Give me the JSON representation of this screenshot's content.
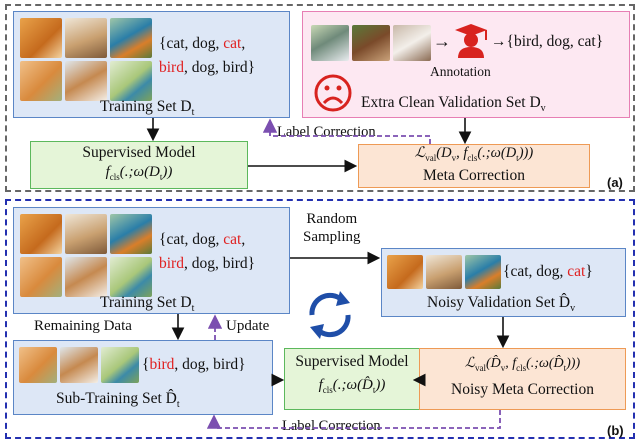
{
  "panel_a": {
    "tag": "(a)",
    "training_set_label": "Training Set D",
    "training_set_sub": "t",
    "training_labels": {
      "line1_pre": "{cat, dog, ",
      "line1_red": "cat",
      "line1_post": ",",
      "line2_red": "bird",
      "line2_post": ", dog, bird}"
    },
    "annotation_label": "Annotation",
    "annotated_labels": "→{bird, dog, cat}",
    "clean_val_label": "Extra Clean Validation Set D",
    "clean_val_sub": "v",
    "supervised_title": "Supervised Model",
    "supervised_formula": "f_cls(·;ω(D_t))",
    "meta_formula": "L_val(D_v, f_cls(·;ω(D_t)))",
    "meta_title": "Meta Correction",
    "label_correction": "Label Correction"
  },
  "panel_b": {
    "tag": "(b)",
    "training_set_label": "Training Set D",
    "training_set_sub": "t",
    "training_labels": {
      "line1_pre": "{cat, dog, ",
      "line1_red": "cat",
      "line1_post": ",",
      "line2_red": "bird",
      "line2_post": ", dog, bird}"
    },
    "random_sampling": [
      "Random",
      "Sampling"
    ],
    "noisy_val_labels": {
      "pre": "{cat, dog, ",
      "red": "cat",
      "post": "}"
    },
    "noisy_val_label": "Noisy Validation Set D̂",
    "noisy_val_sub": "v",
    "remaining_data": "Remaining Data",
    "update": "Update",
    "sub_training_labels": {
      "pre": "{",
      "red": "bird",
      "post": ", dog, bird}"
    },
    "sub_training_label": "Sub-Training Set D̂",
    "sub_training_sub": "t",
    "supervised_title": "Supervised Model",
    "supervised_formula": "f_cls(·;ω(D̂_t))",
    "meta_formula": "L_val(D̂_v, f_cls(·;ω(D̂_t)))",
    "meta_title": "Noisy Meta Correction",
    "label_correction": "Label Correction"
  },
  "colors": {
    "blue_fill": "#dde7f6",
    "pink_fill": "#fde8f2",
    "green_fill": "#e5f5d8",
    "orange_fill": "#fce5d4",
    "noisy_red": "#e02020",
    "dashed_purple": "#7b4fb0",
    "cycle_blue": "#1f4ea8"
  },
  "icons": [
    "cat-photo",
    "dog-photo",
    "bird-photo",
    "annotator-icon",
    "sad-face-icon",
    "refresh-cycle-icon"
  ]
}
